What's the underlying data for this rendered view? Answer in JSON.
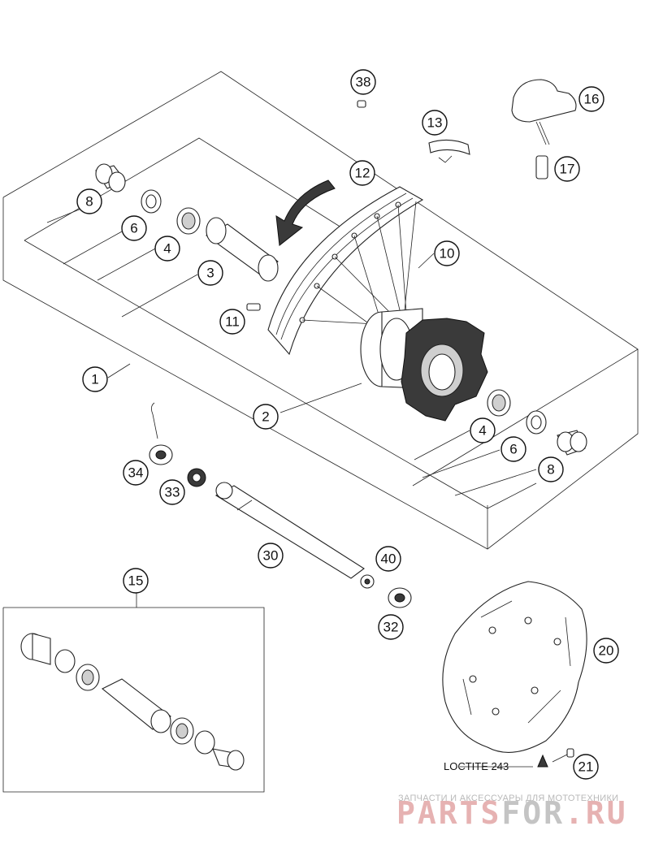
{
  "callouts": [
    {
      "label": "38"
    },
    {
      "label": "16"
    },
    {
      "label": "13"
    },
    {
      "label": "17"
    },
    {
      "label": "12"
    },
    {
      "label": "8"
    },
    {
      "label": "6"
    },
    {
      "label": "4"
    },
    {
      "label": "3"
    },
    {
      "label": "10"
    },
    {
      "label": "11"
    },
    {
      "label": "1"
    },
    {
      "label": "2"
    },
    {
      "label": "4"
    },
    {
      "label": "6"
    },
    {
      "label": "8"
    },
    {
      "label": "34"
    },
    {
      "label": "33"
    },
    {
      "label": "30"
    },
    {
      "label": "40"
    },
    {
      "label": "32"
    },
    {
      "label": "15"
    },
    {
      "label": "20"
    },
    {
      "label": "21"
    }
  ],
  "loctite_note": "LOCTITE 243",
  "watermark": {
    "tagline": "ЗАПЧАСТИ И АКСЕССУАРЫ ДЛЯ МОТОТЕХНИКИ",
    "brand_part1": "PARTS",
    "brand_part2": "FOR",
    "brand_part3": ".RU"
  },
  "colors": {
    "line": "#222222",
    "watermark_red": "#e6b2b2",
    "watermark_grey": "#c4c4c4"
  }
}
